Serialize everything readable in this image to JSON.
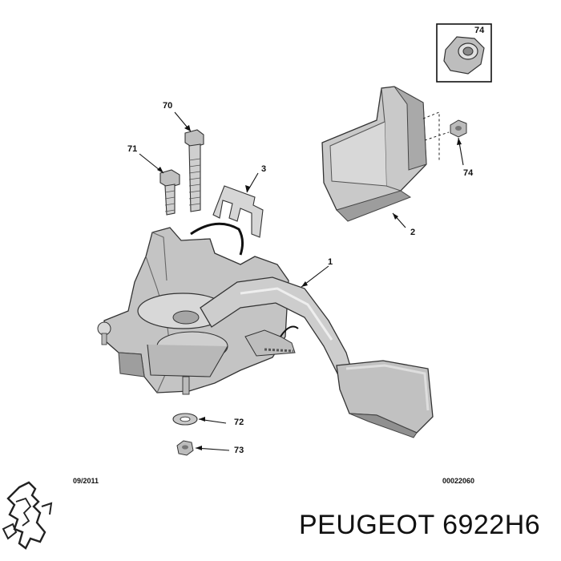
{
  "callouts": {
    "p74_box": "74",
    "p70": "70",
    "p71": "71",
    "p3": "3",
    "p74": "74",
    "p2": "2",
    "p1": "1",
    "p72": "72",
    "p73": "73"
  },
  "footer": {
    "date_code": "09/2011",
    "diagram_code": "00022060"
  },
  "caption": {
    "text": "PEUGEOT 6922H6"
  },
  "logo": {
    "icon": "peugeot-lion-logo"
  },
  "colors": {
    "part_fill": "#c9c9c9",
    "part_shadow": "#9a9a9a",
    "part_highlight": "#e6e6e6",
    "outline": "#333333"
  }
}
